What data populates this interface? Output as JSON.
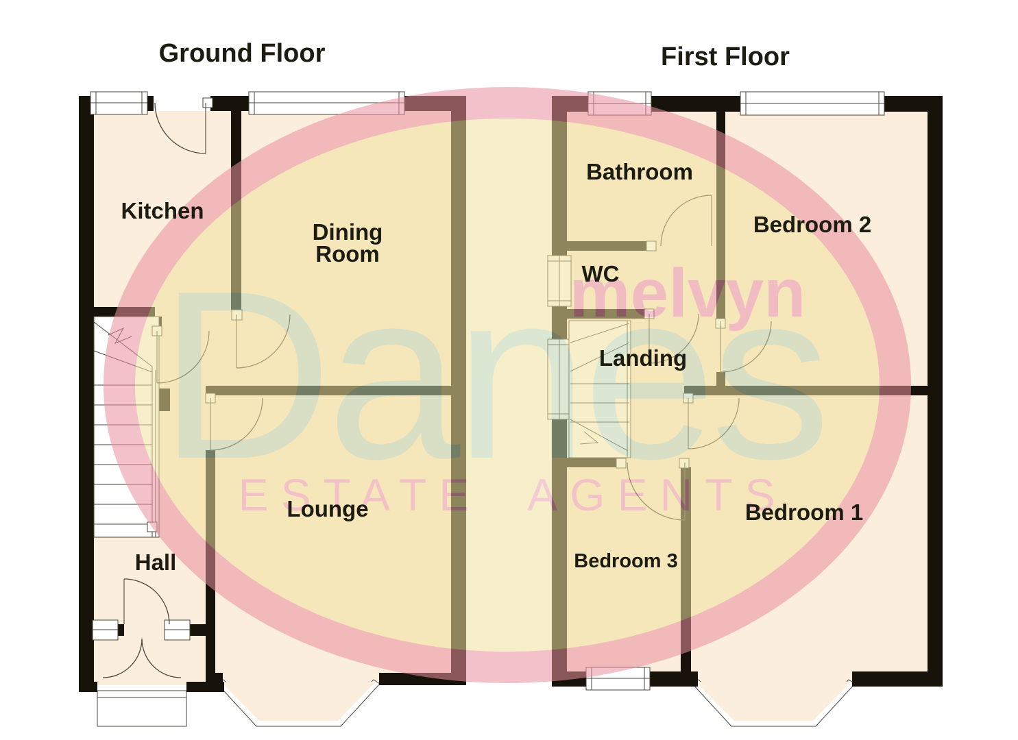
{
  "titles": {
    "ground_floor": "Ground Floor",
    "first_floor": "First Floor"
  },
  "ground_floor": {
    "rooms": {
      "kitchen": "Kitchen",
      "dining_line1": "Dining",
      "dining_line2": "Room",
      "lounge": "Lounge",
      "hall": "Hall"
    }
  },
  "first_floor": {
    "rooms": {
      "bathroom": "Bathroom",
      "wc": "WC",
      "landing": "Landing",
      "bedroom1": "Bedroom 1",
      "bedroom2": "Bedroom 2",
      "bedroom3": "Bedroom 3"
    }
  },
  "watermark": {
    "brand_first_name": "melvyn",
    "brand_surname": "Danes",
    "brand_tagline": "ESTATE AGENTS"
  },
  "colors": {
    "wall": "#17130b",
    "room_fill": "#fbeedd",
    "line": "#4a463a",
    "window_fill": "#ffffff",
    "label_text": "#1c1c12",
    "watermark_ring": "#e98f9e",
    "watermark_ellipse_fill": "#f2e2a0",
    "watermark_brand_green": "#bfd3b0",
    "watermark_brand_pink": "#e895ac",
    "watermark_caps_pink": "#ec9fb4"
  }
}
